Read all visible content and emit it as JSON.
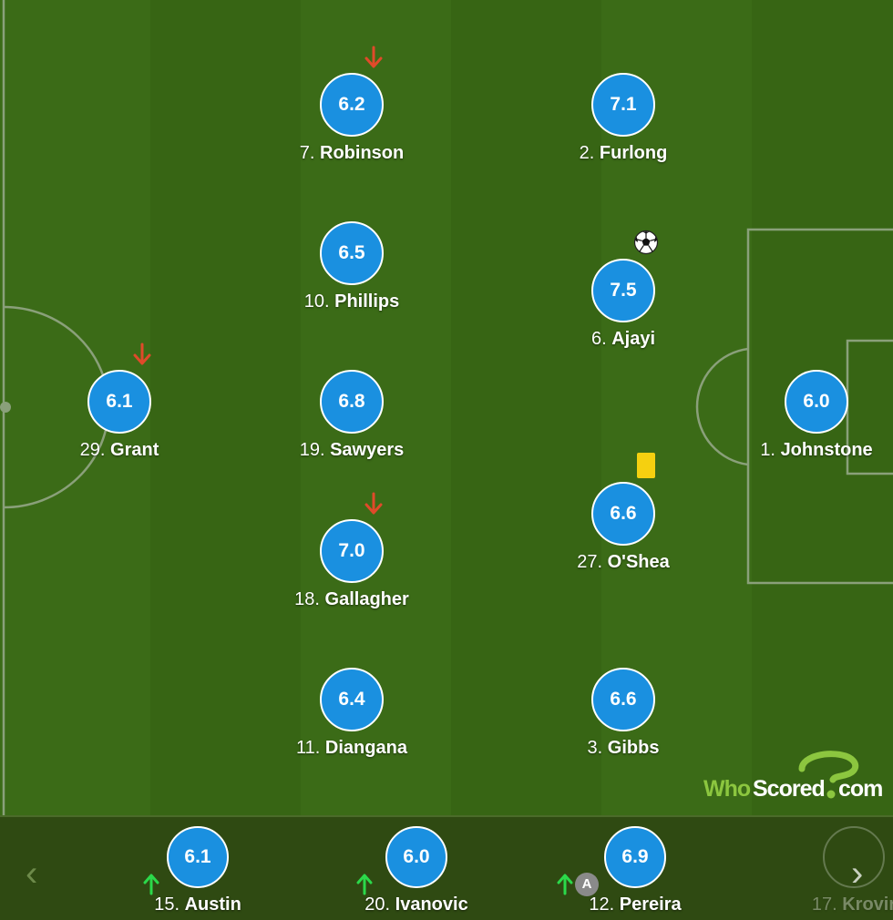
{
  "colors": {
    "pitch": "#3a6a16",
    "rating_bubble": "#1a90e0",
    "sub_off": "#e04a2a",
    "sub_on": "#2bd94a",
    "yellow_card": "#f5d010"
  },
  "starters": [
    {
      "number": "7.",
      "name": "Robinson",
      "rating": "6.2",
      "event": "sub-off-arrow"
    },
    {
      "number": "2.",
      "name": "Furlong",
      "rating": "7.1"
    },
    {
      "number": "10.",
      "name": "Phillips",
      "rating": "6.5"
    },
    {
      "number": "6.",
      "name": "Ajayi",
      "rating": "7.5",
      "event": "goal-ball"
    },
    {
      "number": "29.",
      "name": "Grant",
      "rating": "6.1",
      "event": "sub-off-arrow"
    },
    {
      "number": "19.",
      "name": "Sawyers",
      "rating": "6.8"
    },
    {
      "number": "1.",
      "name": "Johnstone",
      "rating": "6.0"
    },
    {
      "number": "18.",
      "name": "Gallagher",
      "rating": "7.0",
      "event": "sub-off-arrow"
    },
    {
      "number": "27.",
      "name": "O'Shea",
      "rating": "6.6",
      "event": "yellow-card"
    },
    {
      "number": "11.",
      "name": "Diangana",
      "rating": "6.4"
    },
    {
      "number": "3.",
      "name": "Gibbs",
      "rating": "6.6"
    }
  ],
  "substitutes": [
    {
      "number": "15.",
      "name": "Austin",
      "rating": "6.1",
      "event": "sub-on-arrow"
    },
    {
      "number": "20.",
      "name": "Ivanovic",
      "rating": "6.0",
      "event": "sub-on-arrow"
    },
    {
      "number": "12.",
      "name": "Pereira",
      "rating": "6.9",
      "event": "sub-on-arrow",
      "badge": "A"
    },
    {
      "number": "17.",
      "name": "Krovir"
    }
  ],
  "nav": {
    "prev": "‹",
    "next": "›"
  },
  "logo": {
    "brand_green": "Who",
    "brand_white": "Scored",
    "dot": ".",
    "tld": "com"
  }
}
